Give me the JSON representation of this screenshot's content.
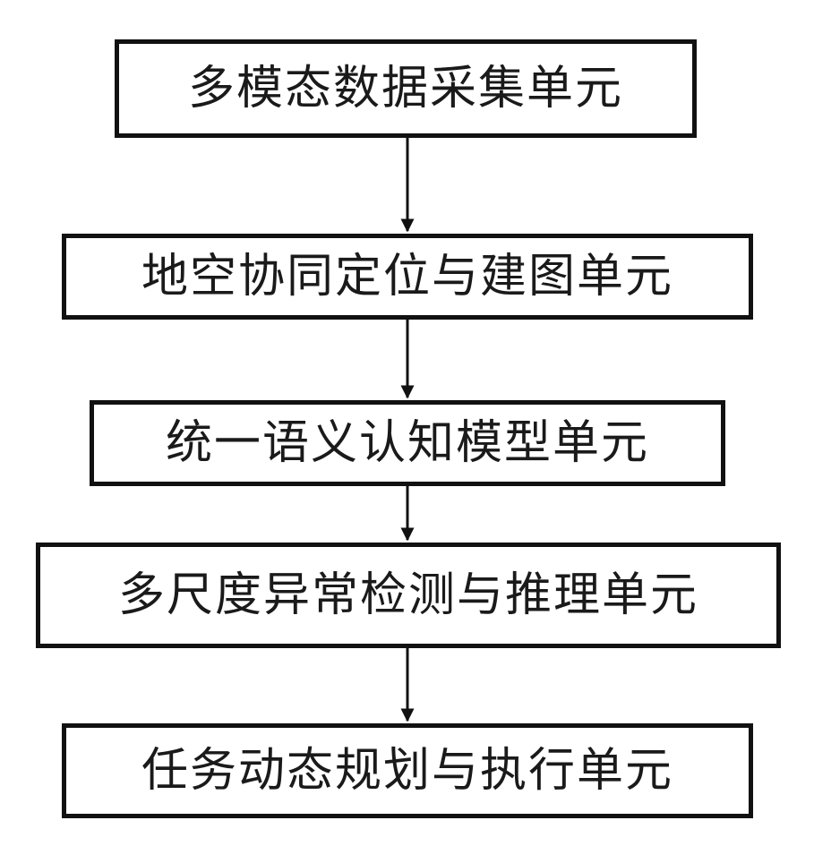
{
  "flowchart": {
    "nodes": [
      {
        "label": "多模态数据采集单元"
      },
      {
        "label": "地空协同定位与建图单元"
      },
      {
        "label": "统一语义认知模型单元"
      },
      {
        "label": "多尺度异常检测与推理单元"
      },
      {
        "label": "任务动态规划与执行单元"
      }
    ],
    "edge_color": "#111111",
    "box_border_color": "#111111"
  }
}
